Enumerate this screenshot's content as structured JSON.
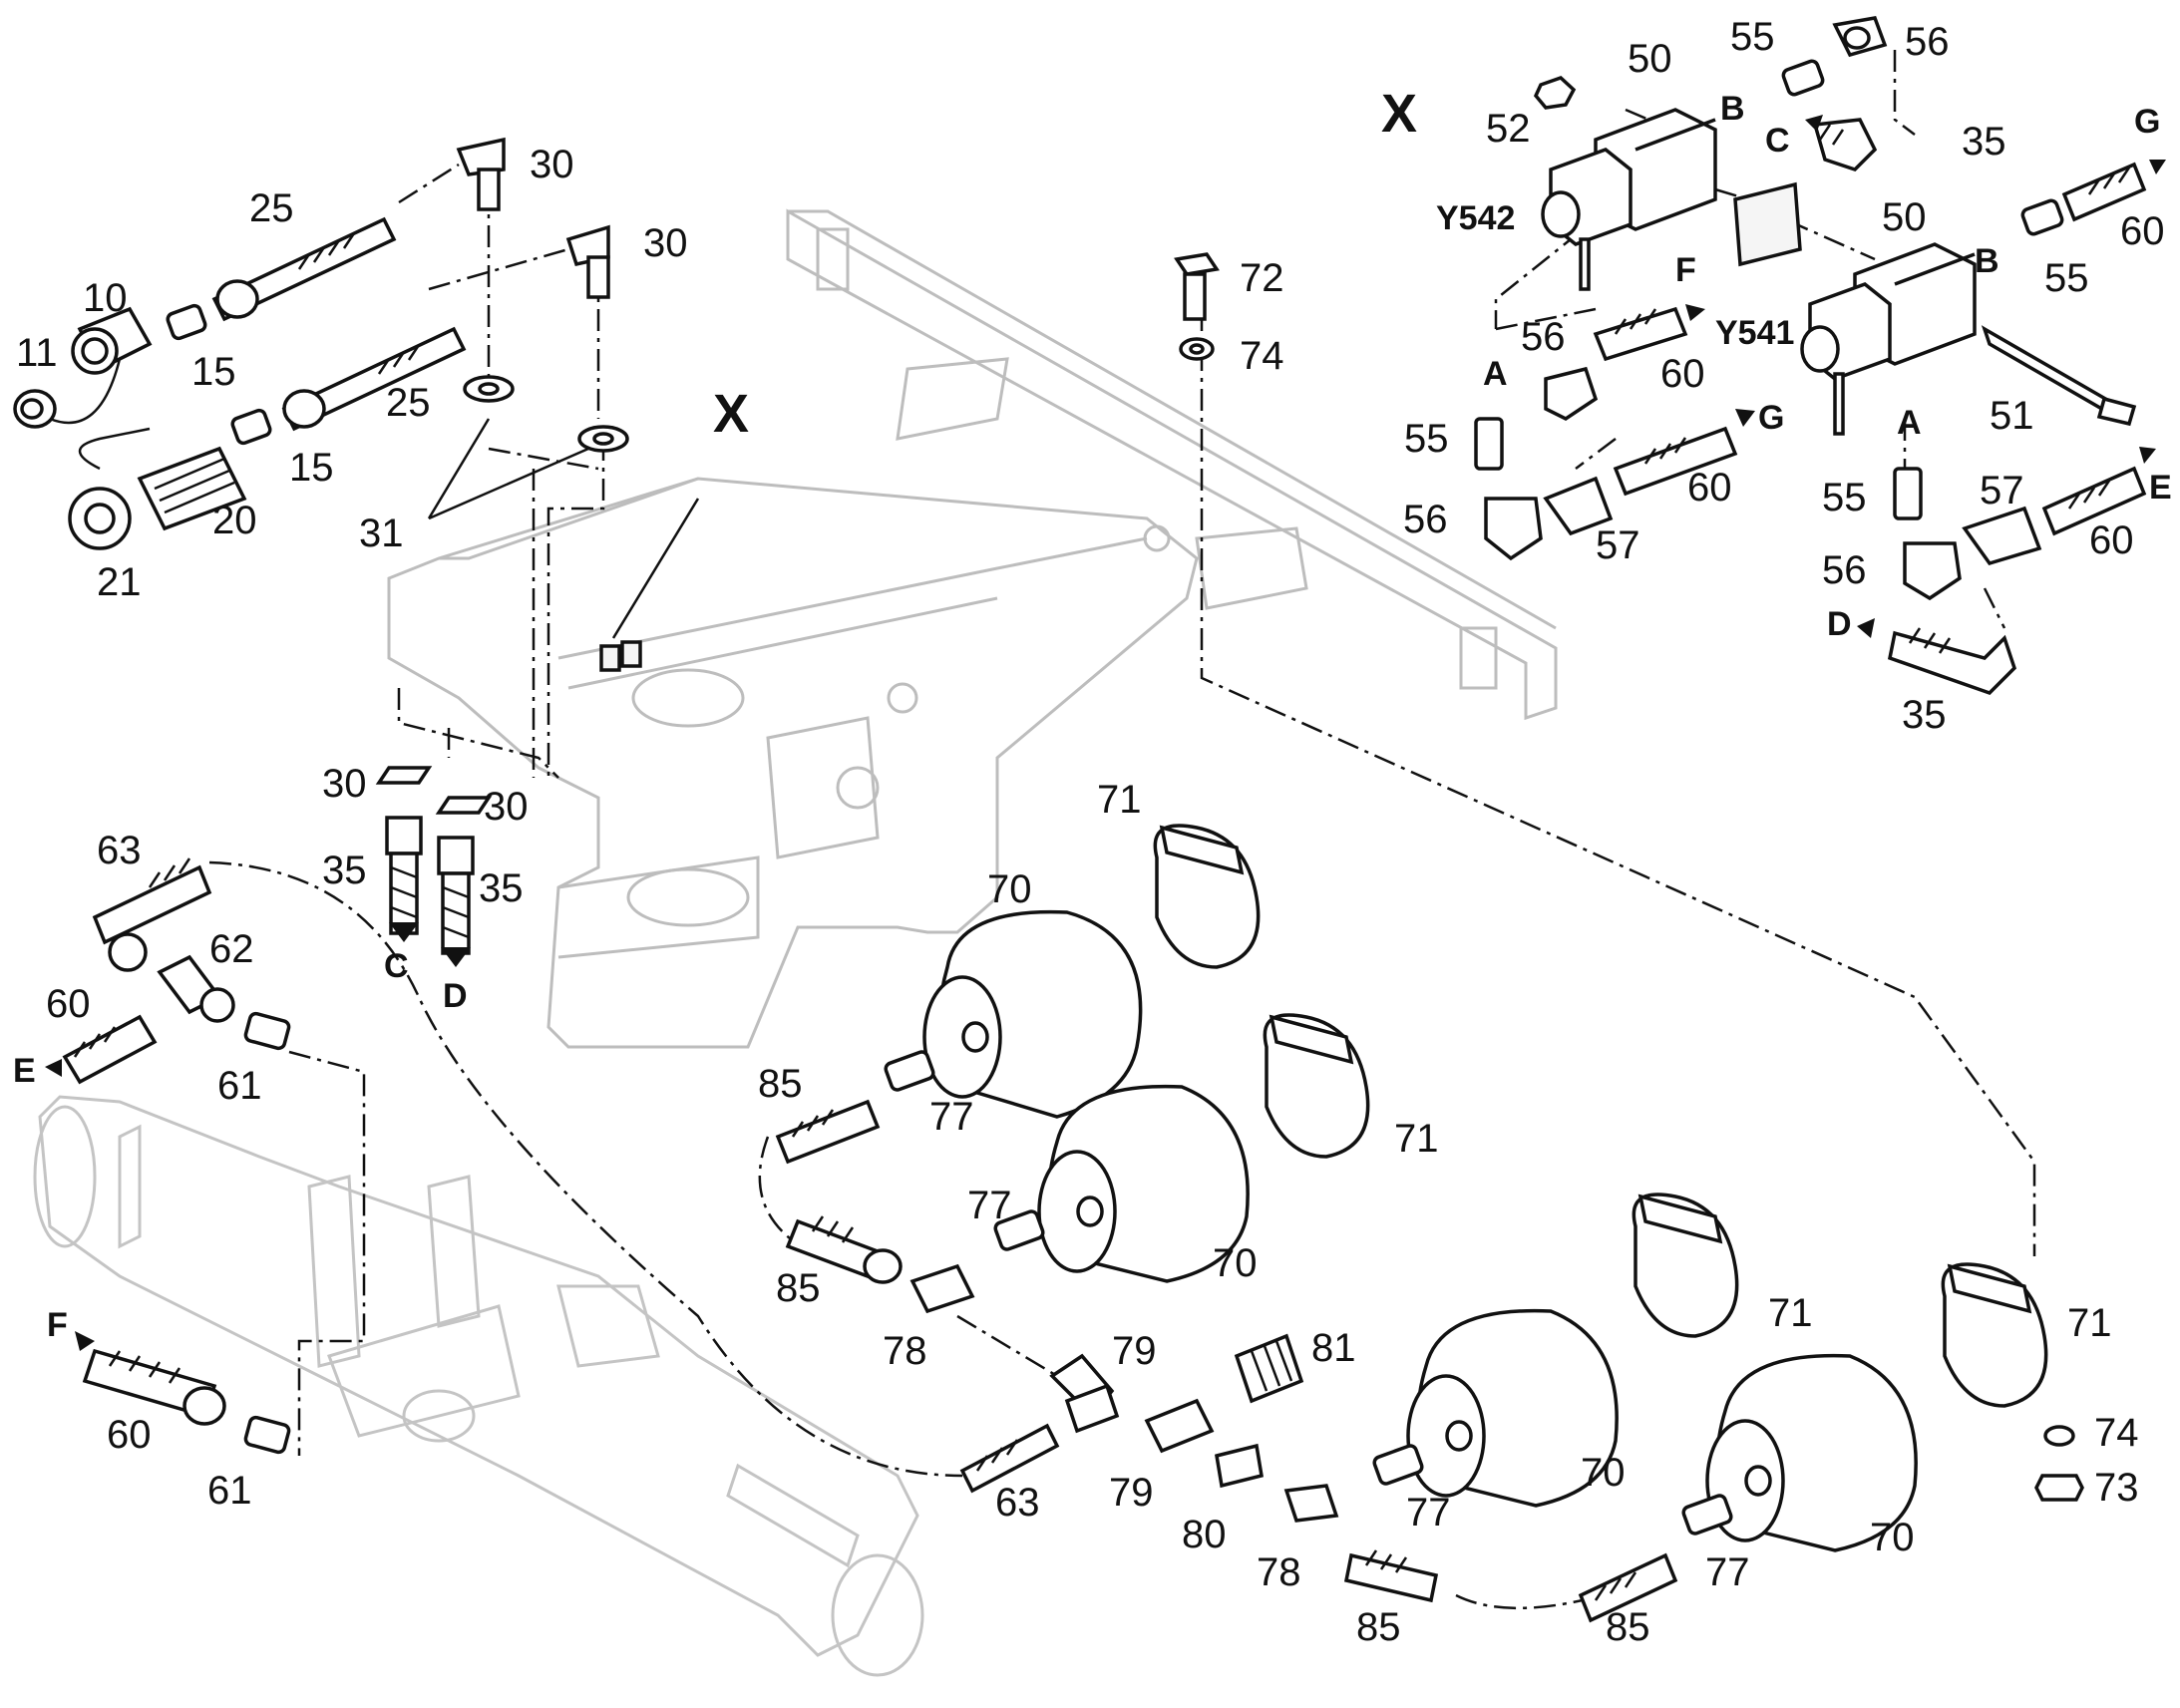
{
  "labels": {
    "p10": "10",
    "p11": "11",
    "p15a": "15",
    "p15b": "15",
    "p20": "20",
    "p21": "21",
    "p25a": "25",
    "p25b": "25",
    "p30a": "30",
    "p30b": "30",
    "p30c": "30",
    "p30d": "30",
    "p31": "31",
    "p35a": "35",
    "p35b": "35",
    "p35c": "35",
    "p35d": "35",
    "p50a": "50",
    "p50b": "50",
    "p51": "51",
    "p52": "52",
    "p55a": "55",
    "p55b": "55",
    "p55c": "55",
    "p55d": "55",
    "p56a": "56",
    "p56b": "56",
    "p56c": "56",
    "p56d": "56",
    "p57a": "57",
    "p57b": "57",
    "p60a": "60",
    "p60b": "60",
    "p60c": "60",
    "p60d": "60",
    "p60e": "60",
    "p60f": "60",
    "p61a": "61",
    "p61b": "61",
    "p62": "62",
    "p63a": "63",
    "p63b": "63",
    "p70a": "70",
    "p70b": "70",
    "p70c": "70",
    "p70d": "70",
    "p71a": "71",
    "p71b": "71",
    "p71c": "71",
    "p71d": "71",
    "p72": "72",
    "p73": "73",
    "p74a": "74",
    "p74b": "74",
    "p77a": "77",
    "p77b": "77",
    "p77c": "77",
    "p77d": "77",
    "p78a": "78",
    "p78b": "78",
    "p79a": "79",
    "p79b": "79",
    "p80": "80",
    "p81": "81",
    "p85a": "85",
    "p85b": "85",
    "p85c": "85",
    "p85d": "85",
    "x_main": "X",
    "x_detail": "X",
    "y541": "Y541",
    "y542": "Y542",
    "port_a1": "A",
    "port_a2": "A",
    "port_b1": "B",
    "port_b2": "B",
    "c_top": "C",
    "c_bottom": "C",
    "d_left": "D",
    "d_bottom": "D",
    "e_top": "E",
    "e_left": "E",
    "f_top": "F",
    "f_left": "F",
    "g_top": "G",
    "g_mid": "G"
  }
}
